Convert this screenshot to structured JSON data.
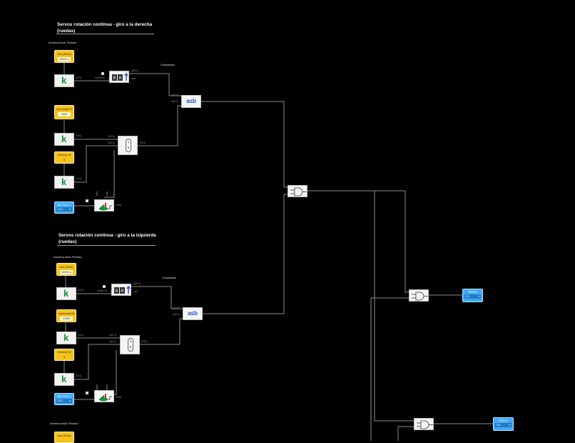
{
  "section1": {
    "title_line1": "Servos rotación continua - giro a la derecha",
    "title_line2": "(ruedas)",
    "anchura": "Anchura total: Periodo",
    "max": {
      "label": "max (50Hz)",
      "value": "10000-1"
    },
    "derecha": {
      "label": "derecha(0.5)",
      "value": "4000"
    },
    "centro": {
      "label": "Centro(1.5)",
      "value": "8"
    },
    "button": {
      "label": "BUTTON_1",
      "value": "D14"
    },
    "comparador": "Comparador"
  },
  "section2": {
    "title_line1": "Servos rotación continua - giro a la izquierda",
    "title_line2": "(ruedas)",
    "anchura": "Anchura total: Periodo",
    "max": {
      "label": "max (50Hz)",
      "value": "10000-1"
    },
    "izquierda": {
      "label": "izquierda(0.5)",
      "value": "10000"
    },
    "centro": {
      "label": "Centro(1.5)",
      "value": "8"
    },
    "button": {
      "label": "BUTTON_2",
      "value": "D23"
    },
    "comparador": "Comparador"
  },
  "section3": {
    "anchura": "Anchura total: Periodo",
    "max": {
      "label": "max (50Hz)"
    }
  },
  "outputs": {
    "servo1": {
      "label": "SERVO",
      "value": "D3"
    },
    "servo2": {
      "label": "SERVO",
      "value": "D11"
    }
  },
  "wire_labels": {
    "counter_out": "q[19:0]",
    "counter_max": "max",
    "counter_in": "max[19:0]",
    "cmp_a": "a[19:0]",
    "cmp_b": "b[19:0]",
    "mux_top": "1[19:0]",
    "mux_bot": "0[19:0]",
    "mux_out": "[19:0]",
    "k_out": "[19:0]",
    "press": "Press"
  },
  "colors": {
    "background": "#000000",
    "wire": "#8a8a8a",
    "constant": "#f7c21a",
    "io": "#3fa9f5",
    "k_icon": "#1a8f3a",
    "comparator": "#1f4fd1"
  },
  "icons": [
    "k-constant-icon",
    "counter-icon",
    "comparator-icon",
    "mux-icon",
    "button-icon",
    "and-gate-icon"
  ]
}
